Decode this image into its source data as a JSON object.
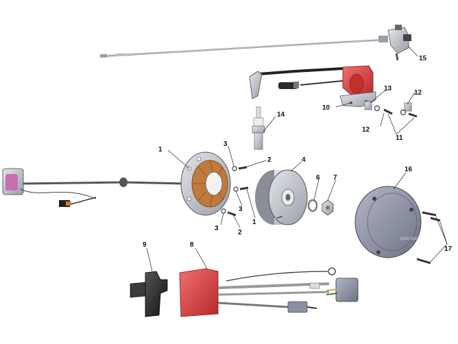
{
  "diagram": {
    "type": "exploded-parts-view",
    "callouts": {
      "c1a": "1",
      "c1b": "1",
      "c2a": "2",
      "c2b": "2",
      "c3a": "3",
      "c3b": "3",
      "c3c": "3",
      "c4": "4",
      "c6": "6",
      "c7": "7",
      "c8": "8",
      "c9": "9",
      "c10": "10",
      "c11": "11",
      "c12a": "12",
      "c12b": "12",
      "c13": "13",
      "c14": "14",
      "c15": "15",
      "c16": "16",
      "c17": "17"
    },
    "brand_mark": "GAS GAS"
  },
  "colors": {
    "metal": "#b9bcc4",
    "metal_dark": "#7d808a",
    "coil_red": "#d93b3b",
    "cdi_red": "#e05353",
    "stator_copper": "#c07a3c",
    "cover": "#8e93a6",
    "black": "#262626",
    "connector_pink": "#c86fb0"
  }
}
